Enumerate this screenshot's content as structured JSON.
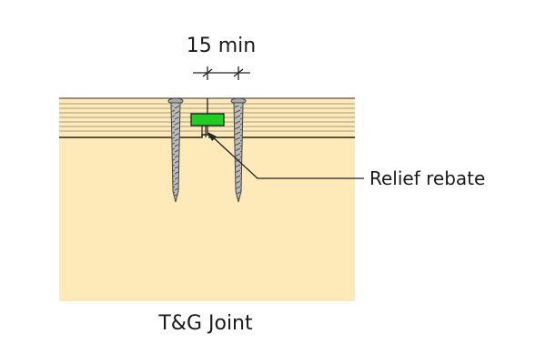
{
  "diagram": {
    "dimension_label": "15 min",
    "callout_label": "Relief rebate",
    "caption": "T&G Joint"
  },
  "colors": {
    "timber": "#fdeab8",
    "tongue": "#22cc22",
    "line": "#222222",
    "screw": "#999999"
  }
}
